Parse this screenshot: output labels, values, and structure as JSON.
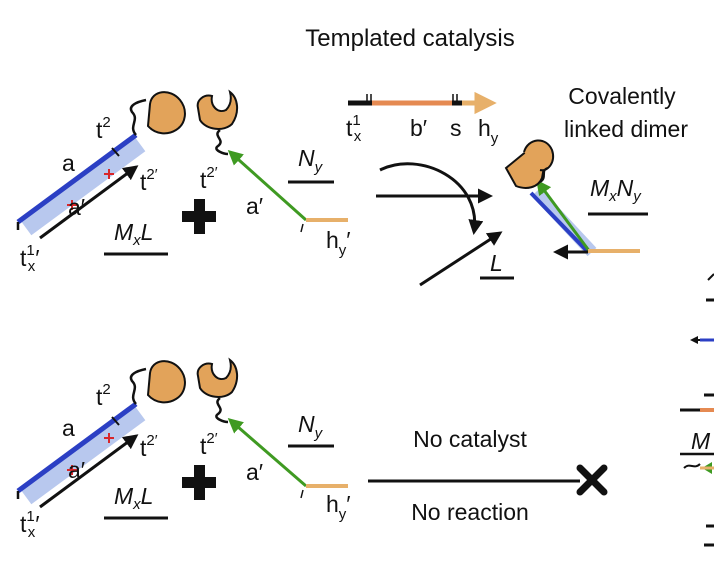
{
  "title": "Templated catalysis",
  "colors": {
    "blue": "#2b3fc4",
    "light_blue": "#b8c8ee",
    "green": "#3f9a22",
    "orange_body": "#e2a35a",
    "orange_strand": "#e58a52",
    "tan": "#e7b06a",
    "red": "#d8262a",
    "black": "#111111"
  },
  "top": {
    "complex_label": "M",
    "complex_label_sub": "x",
    "complex_label_tail": "L",
    "domain_a": "a",
    "domain_a_prime": "a′",
    "domain_t2": "t",
    "domain_t2_sup": "2",
    "domain_t2_prime": "t",
    "domain_t2_prime_sup": "2′",
    "domain_t1x": "t",
    "domain_t1x_sup": "1",
    "domain_t1x_sub": "x",
    "domain_t1x_prime": "′",
    "reactant_label": "N",
    "reactant_label_sub": "y",
    "reactant_t2p": "t",
    "reactant_t2p_sup": "2′",
    "reactant_a_prime": "a′",
    "reactant_hy": "h",
    "reactant_hy_sub": "y",
    "reactant_hy_prime": "′",
    "template_t1x": "t",
    "template_t1x_sup": "1",
    "template_t1x_sub": "x",
    "template_b_prime": "b′",
    "template_s": "s",
    "template_hy": "h",
    "template_hy_sub": "y",
    "byproduct_label": "L",
    "product_title_line1": "Covalently",
    "product_title_line2": "linked dimer",
    "product_label": "M",
    "product_label_sub1": "x",
    "product_label_mid": "N",
    "product_label_sub2": "y"
  },
  "bottom": {
    "complex_label": "M",
    "complex_label_sub": "x",
    "complex_label_tail": "L",
    "domain_a": "a",
    "domain_a_prime": "a′",
    "domain_t2": "t",
    "domain_t2_sup": "2",
    "domain_t2_prime": "t",
    "domain_t2_prime_sup": "2′",
    "domain_t1x": "t",
    "domain_t1x_sup": "1",
    "domain_t1x_sub": "x",
    "domain_t1x_prime": "′",
    "reactant_label": "N",
    "reactant_label_sub": "y",
    "reactant_t2p": "t",
    "reactant_t2p_sup": "2′",
    "reactant_a_prime": "a′",
    "reactant_hy": "h",
    "reactant_hy_sub": "y",
    "reactant_hy_prime": "′",
    "no_catalyst": "No catalyst",
    "no_reaction": "No reaction"
  },
  "right_edge": {
    "partial_label": "M"
  }
}
